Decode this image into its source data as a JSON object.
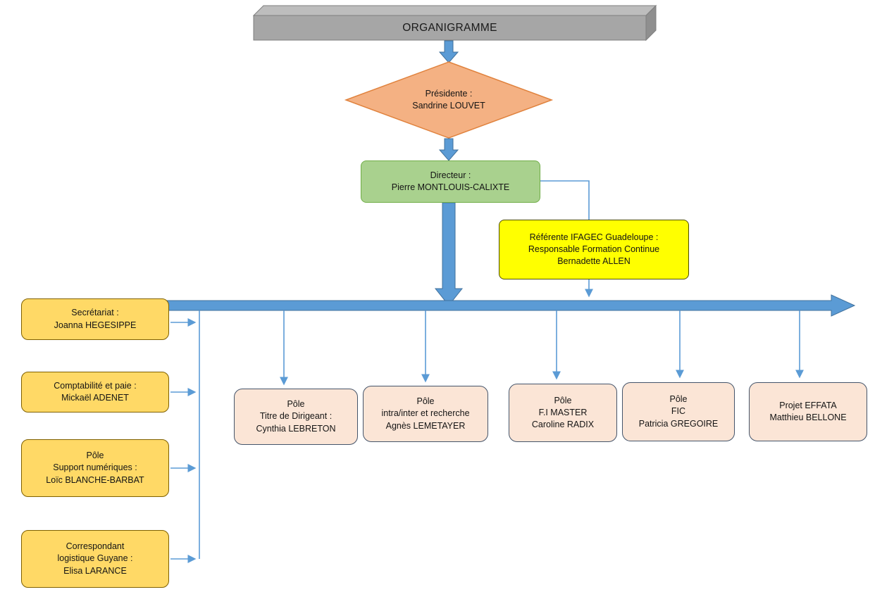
{
  "title": "ORGANIGRAMME",
  "nodes": {
    "presidente": {
      "label": "Présidente :\nSandrine LOUVET"
    },
    "directeur": {
      "label": "Directeur :\nPierre MONTLOUIS-CALIXTE"
    },
    "referente": {
      "label": "Référente IFAGEC Guadeloupe :\nResponsable Formation Continue\nBernadette ALLEN"
    },
    "left_branches": [
      {
        "label": "Secrétariat :\nJoanna HEGESIPPE"
      },
      {
        "label": "Comptabilité et paie :\nMickaël ADENET"
      },
      {
        "label": "Pôle\nSupport numériques :\nLoïc BLANCHE-BARBAT"
      },
      {
        "label": "Correspondant\nlogistique Guyane :\nElisa LARANCE"
      }
    ],
    "bottom_branches": [
      {
        "label": "Pôle\nTitre de Dirigeant :\nCynthia LEBRETON"
      },
      {
        "label": "Pôle\nintra/inter et recherche\nAgnès LEMETAYER"
      },
      {
        "label": "Pôle\nF.I MASTER\nCaroline RADIX"
      },
      {
        "label": "Pôle\nFIC\nPatricia GREGOIRE"
      },
      {
        "label": "Projet EFFATA\nMatthieu BELLONE"
      }
    ]
  },
  "colors": {
    "banner_fill": "#a6a6a6",
    "diamond_fill": "#f4b183",
    "diamond_border": "#e0823d",
    "director_fill": "#a9d18e",
    "director_border": "#70ad47",
    "referent_fill": "#ffff00",
    "left_fill": "#ffd966",
    "bottom_fill": "#fbe5d6",
    "bottom_border": "#44546a",
    "connector_blue": "#5b9bd5",
    "arrow_outline": "#41719c"
  }
}
